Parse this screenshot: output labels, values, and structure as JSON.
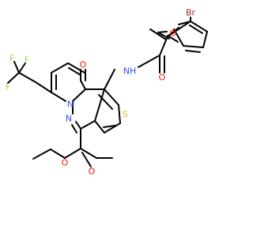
{
  "atoms": {
    "br": {
      "label": "Br",
      "color": "#A62929"
    },
    "o_furan": {
      "label": "O",
      "color": "#FF0D0D"
    },
    "o_amide": {
      "label": "O",
      "color": "#FF0D0D"
    },
    "nh": {
      "label": "NH",
      "color": "#3050F8"
    },
    "o_keto": {
      "label": "O",
      "color": "#FF0D0D"
    },
    "s": {
      "label": "S",
      "color": "#C6C600"
    },
    "n_ring": {
      "label": "N",
      "color": "#3050F8"
    },
    "n_ring2": {
      "label": "N",
      "color": "#3050F8"
    },
    "f1": {
      "label": "F",
      "color": "#90E050"
    },
    "f2": {
      "label": "F",
      "color": "#90E050"
    },
    "f3": {
      "label": "F",
      "color": "#90E050"
    },
    "o_ester_db": {
      "label": "O",
      "color": "#FF0D0D"
    },
    "o_ester": {
      "label": "O",
      "color": "#FF0D0D"
    }
  }
}
